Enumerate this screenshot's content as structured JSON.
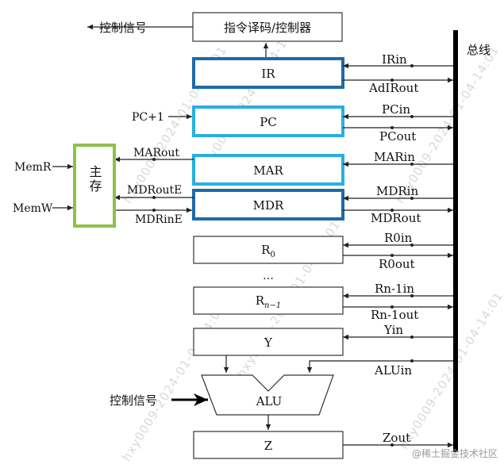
{
  "bus": {
    "label": "总线"
  },
  "decoder": {
    "label": "指令译码/控制器"
  },
  "control_top": {
    "label": "控制信号"
  },
  "control_alu": {
    "label": "控制信号"
  },
  "ir": {
    "label": "IR",
    "signals": [
      "IRin",
      "AdIRout"
    ],
    "border": "#1f6aa8"
  },
  "pc": {
    "label": "PC",
    "signals": [
      "PCin",
      "PCout"
    ],
    "inc": "PC+1",
    "border": "#29aee3"
  },
  "mar": {
    "label": "MAR",
    "signals": [
      "MARin"
    ],
    "out": "MARout",
    "border": "#29aee3"
  },
  "mdr": {
    "label": "MDR",
    "signals": [
      "MDRin",
      "MDRout"
    ],
    "out": "MDRoutE",
    "in": "MDRinE",
    "border": "#1f6aa8"
  },
  "memory": {
    "label": "主存",
    "read": "MemR",
    "write": "MemW",
    "border": "#8fc04b"
  },
  "r0": {
    "label": "R",
    "sub": "0",
    "signals": [
      "R0in",
      "R0out"
    ]
  },
  "ellipsis": "…",
  "rn": {
    "label": "R",
    "sub": "n−1",
    "signals": [
      "Rn-1in",
      "Rn-1out"
    ]
  },
  "y": {
    "label": "Y",
    "signals": [
      "Yin"
    ]
  },
  "alu": {
    "label": "ALU",
    "signals": [
      "ALUin"
    ]
  },
  "z": {
    "label": "Z",
    "signals": [
      "Zout"
    ]
  },
  "watermarks": [
    "hxy0009-2024-01-04-14:01",
    "hxy0009-2024-01-04-14:01",
    "hxy0009-2024-01-04-14:01",
    "hxy0009-2024-01-04-14:01",
    "hxy0009-2024-01-04-14:01",
    "hxy0009-2024-01-04-14:01"
  ],
  "footer": "@稀土掘金技术社区"
}
